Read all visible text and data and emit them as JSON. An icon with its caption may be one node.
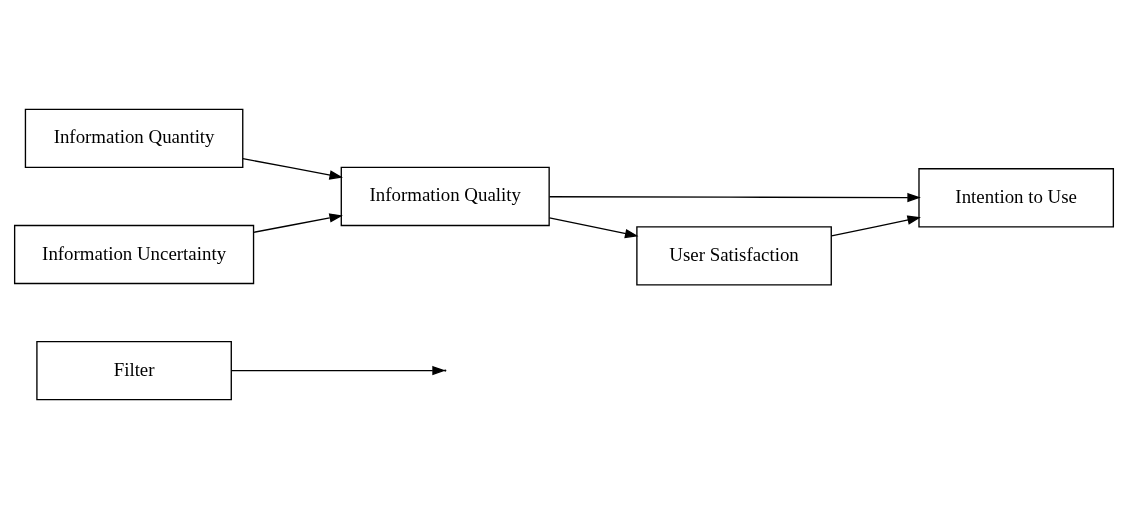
{
  "diagram": {
    "nodes": [
      {
        "text": [
          "Filter"
        ]
      },
      {
        "text": [
          "Information Quantity"
        ]
      },
      {
        "text": [
          "Information Quality"
        ]
      },
      {
        "text": [
          "Intention to Use"
        ]
      },
      {
        "text": [
          "User Satisfaction"
        ]
      },
      {
        "text": [
          "Information Uncertainty"
        ]
      }
    ],
    "edges": [
      {
        "from": 1,
        "to": 2,
        "arrow": "to"
      },
      {
        "from": 0,
        "to": null,
        "arrow": "to"
      },
      {
        "from": 2,
        "to": 3,
        "arrow": "to"
      },
      {
        "from": 2,
        "to": 4,
        "arrow": "to"
      },
      {
        "from": 4,
        "to": 3,
        "arrow": "to"
      },
      {
        "from": 5,
        "to": 2,
        "arrow": "to"
      }
    ]
  }
}
